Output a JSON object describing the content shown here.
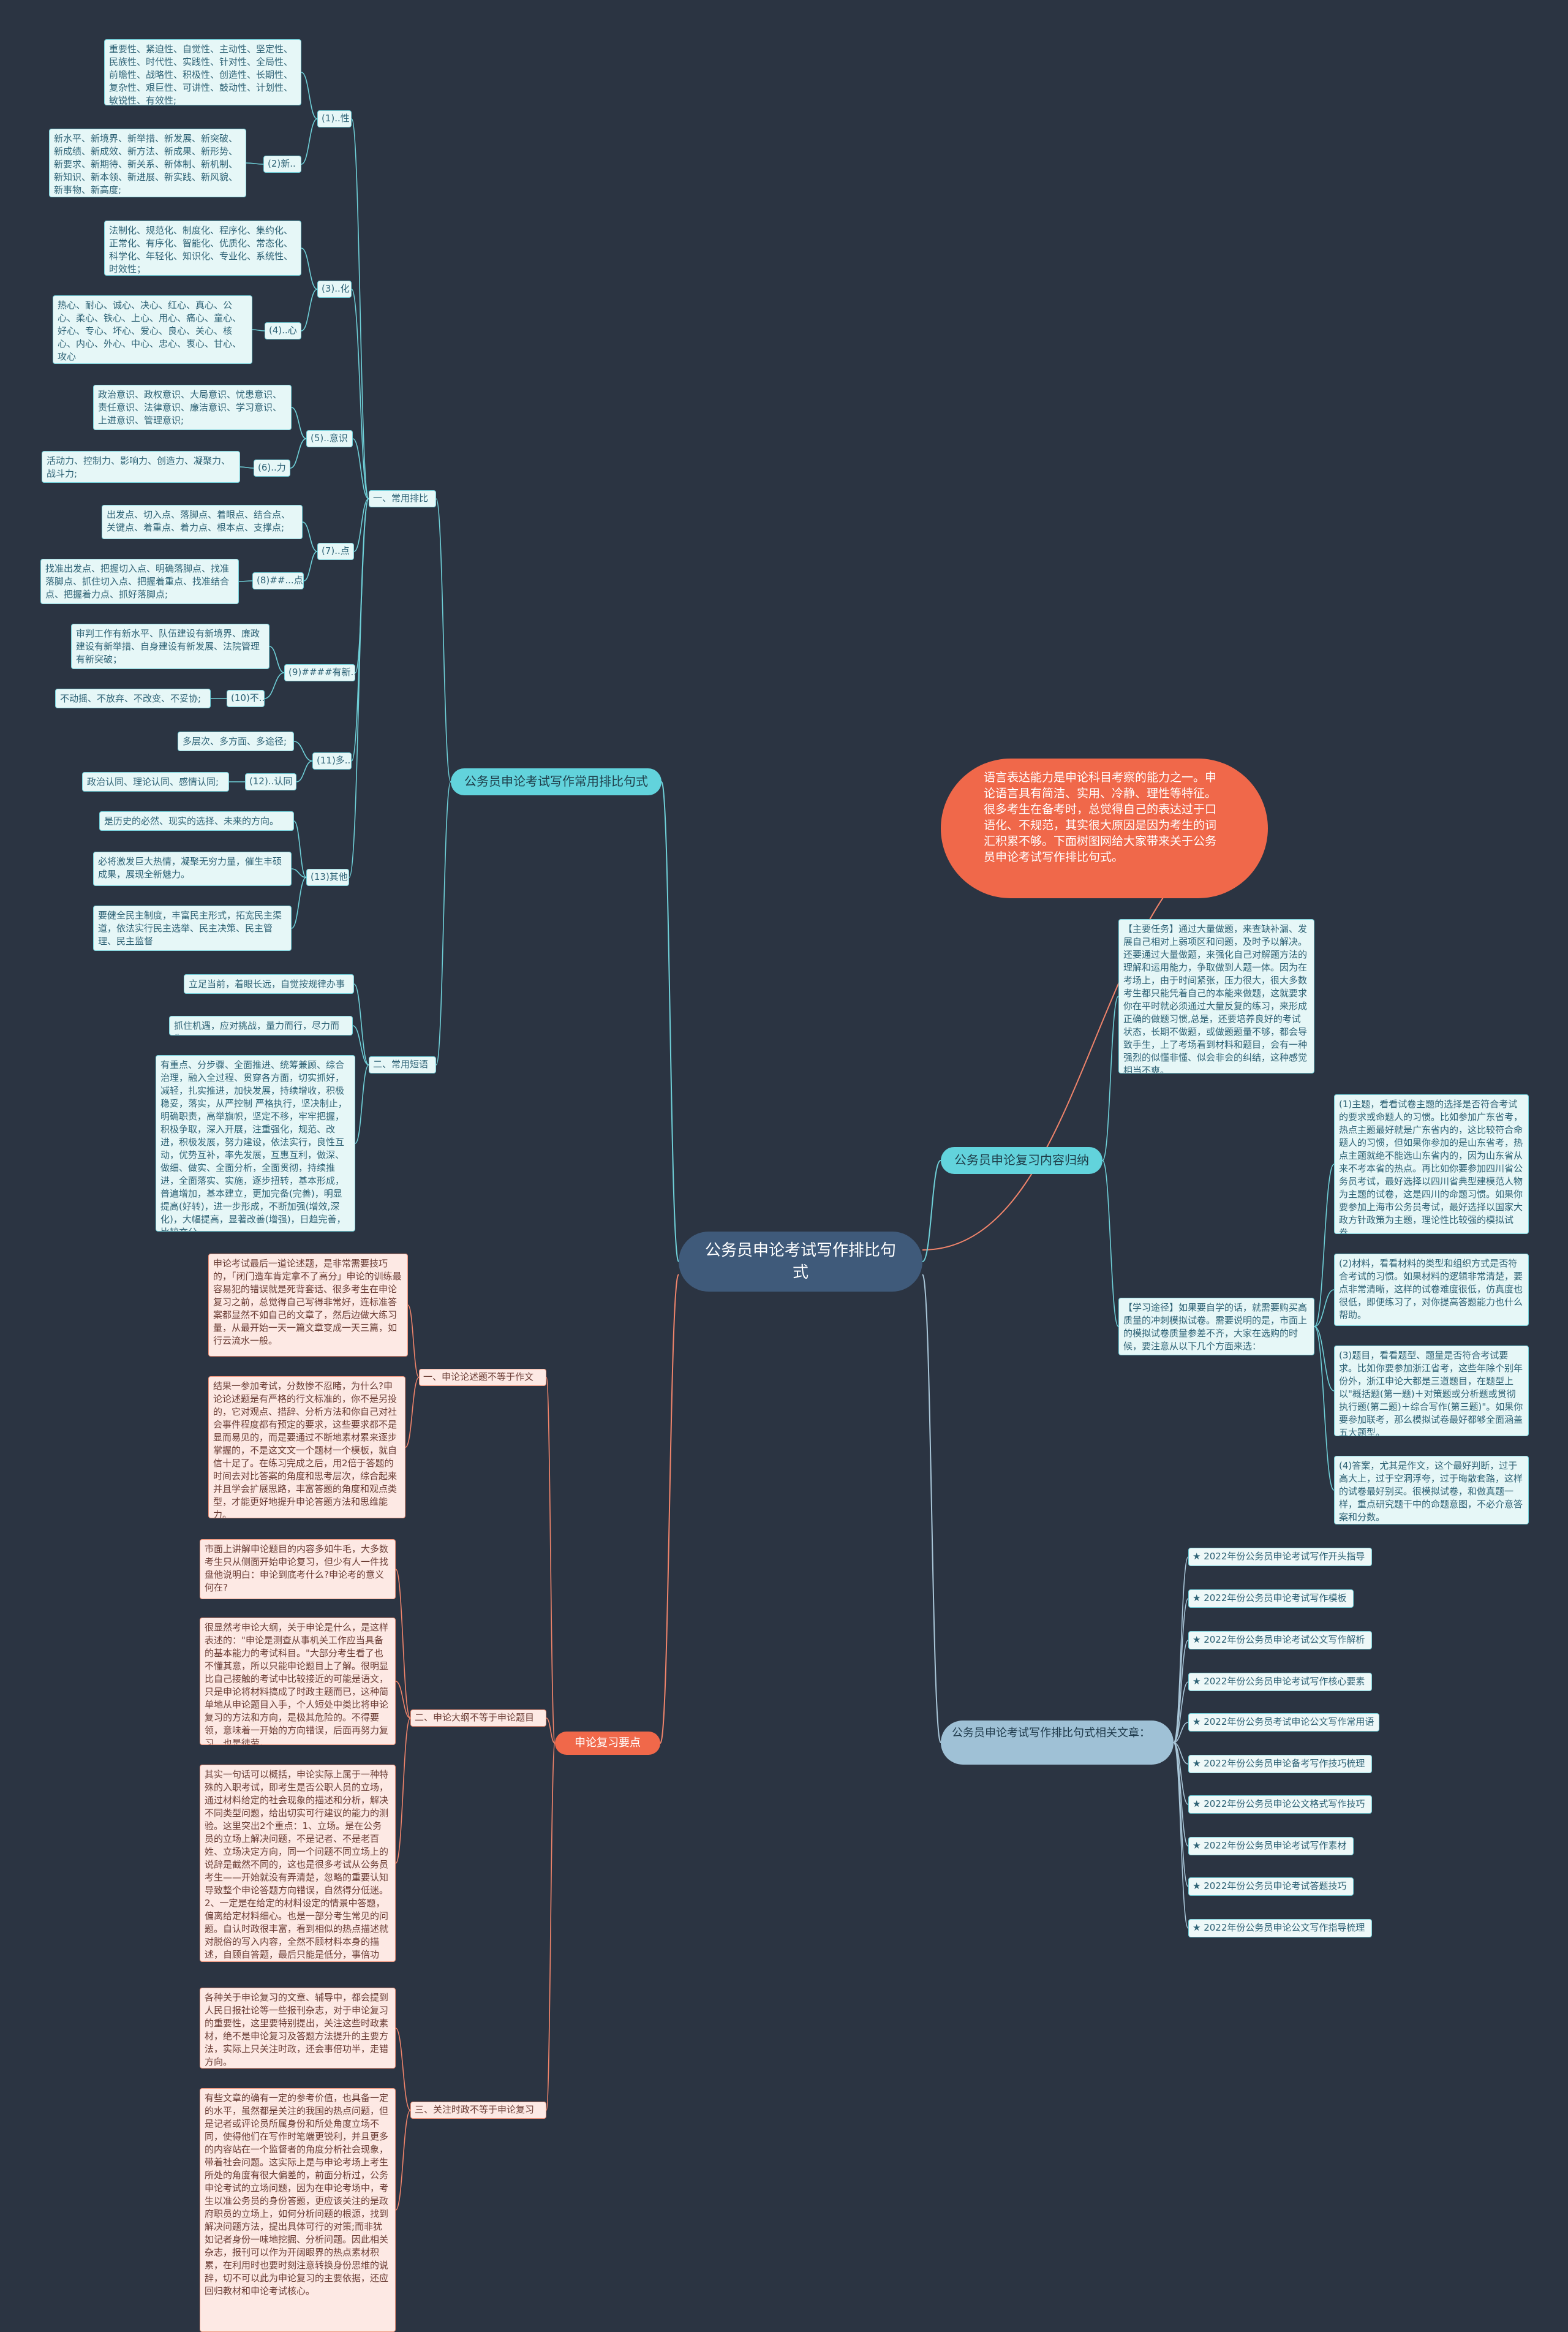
{
  "root": {
    "title": "公务员申论考试写作排比句式"
  },
  "intro": {
    "text": "语言表达能力是申论科目考察的能力之一。申论语言具有简洁、实用、冷静、理性等特征。很多考生在备考时，总觉得自己的表达过于口语化、不规范，其实很大原因是因为考生的词汇积累不够。下面树图网给大家带来关于公务员申论考试写作排比句式。"
  },
  "branches": {
    "common": "公务员申论考试写作常用排比句式",
    "summary": "公务员申论复习内容归纳",
    "points": "申论复习要点",
    "related": "公务员申论考试写作排比句式相关文章："
  },
  "common": {
    "sec1": "一、常用排比",
    "sec2": "二、常用短语",
    "items": {
      "i1": "(1)..性",
      "i2": "(2)新..",
      "i3": "(3)..化",
      "i4": "(4)..心",
      "i5": "(5)..意识",
      "i6": "(6)..力",
      "i7": "(7)..点",
      "i8": "(8)##...点",
      "i9": "(9)####有新..",
      "i10": "(10)不..",
      "i11": "(11)多..",
      "i12": "(12)..认同",
      "i13": "(13)其他"
    },
    "leaves": {
      "l1": "重要性、紧迫性、自觉性、主动性、坚定性、民族性、时代性、实践性、针对性、全局性、前瞻性、战略性、积极性、创造性、长期性、复杂性、艰巨性、可讲性、鼓动性、计划性、敏锐性、有效性;",
      "l2": "新水平、新境界、新举措、新发展、新突破、新成绩、新成效、新方法、新成果、新形势、新要求、新期待、新关系、新体制、新机制、新知识、新本领、新进展、新实践、新风貌、新事物、新高度;",
      "l3": "法制化、规范化、制度化、程序化、集约化、正常化、有序化、智能化、优质化、常态化、科学化、年轻化、知识化、专业化、系统性、时效性；",
      "l4": "热心、耐心、诚心、决心、红心、真心、公心、柔心、铁心、上心、用心、痛心、童心、好心、专心、坏心、爱心、良心、关心、核心、内心、外心、中心、忠心、衷心、甘心、攻心",
      "l5": "政治意识、政权意识、大局意识、忧患意识、责任意识、法律意识、廉洁意识、学习意识、上进意识、管理意识;",
      "l6": "活动力、控制力、影响力、创造力、凝聚力、战斗力;",
      "l7": "出发点、切入点、落脚点、着眼点、结合点、关键点、着重点、着力点、根本点、支撑点;",
      "l8": "找准出发点、把握切入点、明确落脚点、找准落脚点、抓住切入点、把握着重点、找准结合点、把握着力点、抓好落脚点;",
      "l9": "审判工作有新水平、队伍建设有新境界、廉政建设有新举措、自身建设有新发展、法院管理有新突破；",
      "l10": "不动摇、不放弃、不改变、不妥协;",
      "l11": "多层次、多方面、多途径;",
      "l12": "政治认同、理论认同、感情认同;",
      "l13": "是历史的必然、现实的选择、未来的方向。",
      "l14": "必将激发巨大热情，凝聚无穷力量，催生丰硕成果，展现全新魅力。",
      "l15": "要健全民主制度，丰富民主形式，拓宽民主渠道，依法实行民主选举、民主决策、民主管理、民主监督",
      "l16": "立足当前，着眼长远，自觉按规律办事",
      "l17": "抓住机遇，应对挑战，量力而行，尽力而为",
      "l18": "有重点、分步骤、全面推进、统筹兼顾、综合治理，融入全过程、贯穿各方面，切实抓好，减轻，扎实推进，加快发展，持续增收，积极稳妥，落实，从严控制 严格执行，坚决制止，明确职责，高举旗帜，坚定不移，牢牢把握，积极争取，深入开展，注重强化，规范、改进，积极发展，努力建设，依法实行，良性互动，优势互补，率先发展，互惠互利，做深、做细、做实、全面分析，全面贯彻，持续推进，全面落实、实施，逐步扭转，基本形成，普遍增加，基本建立，更加完备(完善)，明显提高(好转)，进一步形成，不断加强(增效,深化)，大幅提高，显著改善(增强)，日趋完善，比较充分。"
    }
  },
  "summary": {
    "task": "【主要任务】通过大量做题，来查缺补漏、发展自己相对上弱项区和问题，及时予以解决。还要通过大量做题，来强化自己对解题方法的理解和运用能力，争取做到人题一体。因为在考场上，由于时间紧张，压力很大，很大多数考生都只能凭着自己的本能来做题，这就要求你在平时就必须通过大量反复的练习，来形成正确的做题习惯,总是，还要培养良好的考试状态，长期不做题，或做题题量不够，都会导致手生，上了考场看到材料和题目，会有一种强烈的似懂非懂、似会非会的纠结，这种感觉相当不爽。",
    "method": "【学习途径】如果要自学的话，就需要购买高质量的冲刺模拟试卷。需要说明的是，市面上的模拟试卷质量参差不齐，大家在选购的时候，要注意从以下几个方面来选：",
    "m1": "(1)主题，看看试卷主题的选择是否符合考试的要求或命题人的习惯。比如参加广东省考，热点主题最好就是广东省内的，这比较符合命题人的习惯，但如果你参加的是山东省考，热点主题就绝不能选山东省内的，因为山东省从来不考本省的热点。再比如你要参加四川省公务员考试，最好选择以四川省典型建模范人物为主题的试卷，这是四川的命题习惯。如果你要参加上海市公务员考试，最好选择以国家大政方针政策为主题，理论性比较强的模拟试卷。",
    "m2": "(2)材料，看看材料的类型和组织方式是否符合考试的习惯。如果材料的逻辑非常清楚，要点非常清晰，这样的试卷难度很低，仿真度也很低，即便练习了，对你提高答题能力也什么帮助。",
    "m3": "(3)题目，看看题型、题量是否符合考试要求。比如你要参加浙江省考，这些年除个别年份外，浙江申论大都是三道题目，在题型上以\"概括题(第一题)＋对策题或分析题或贯彻执行题(第二题)＋综合写作(第三题)\"。如果你要参加联考，那么模拟试卷最好都够全面涵盖五大题型。",
    "m4": "(4)答案，尤其是作文，这个最好判断，过于高大上，过于空洞浮夸，过于晦散套路，这样的试卷最好别买。很模拟试卷，和做真题一样，重点研究题干中的命题意图，不必介意答案和分数。"
  },
  "points": {
    "p1": "一、申论论述题不等于作文",
    "p2": "二、申论大纲不等于申论题目",
    "p3": "三、关注时政不等于申论复习",
    "t1": "申论考试最后一道论述题，是非常需要技巧的，「闭门造车肯定拿不了高分」申论的训练最容易犯的错误就是死背套话、很多考生在申论复习之前，总觉得自己写得非常好，连标准答案都显然不如自己的文章了，然后边做大练习量，从最开始一天一篇文章变成一天三篇，如行云流水一般。",
    "t2": "结果一参加考试，分数惨不忍睹，为什么?申论论述题是有严格的行文标准的，你不是另投的，它对观点、措辞、分析方法和你自己对社会事件程度都有预定的要求，这些要求都不是显而易见的，而是要通过不断地素材累来逐步掌握的，不是这文文一个题材一个模板，就自信十足了。在练习完成之后，用2倍于答题的时间去对比答案的角度和思考层次，综合起来并且学会扩展思路，丰富答题的角度和观点类型，才能更好地提升申论答题方法和思维能力。",
    "t3": "市面上讲解申论题目的内容多如牛毛，大多数考生只从侧面开始申论复习，但少有人一件找盘他说明白：申论到底考什么?申论考的意义何在?",
    "t4": "很显然考申论大纲，关于申论是什么，是这样表述的：\"申论是测查从事机关工作应当具备的基本能力的考试科目。\"大部分考生看了也不懂其意，所以只能申论题目上了解。很明显比自己接触的考试中比较接近的可能是语文，只是申论将材料搞成了时政主题而已，这种简单地从申论题目入手，个人短处中类比将申论复习的方法和方向，是极其危险的。不得要领，意味着一开始的方向错误，后面再努力复习，也是徒劳。",
    "t5": "其实一句话可以概括，申论实际上属于一种特殊的入职考试，即考生是否公职人员的立场，通过材料给定的社会现象的描述和分析，解决不同类型问题，给出切实可行建议的能力的测验。这里突出2个重点：1、立场。是在公务员的立场上解决问题，不是记者、不是老百姓、立场决定方向，同一个问题不同立场上的说辞是截然不同的，这也是很多考试从公务员考生——开始就没有弄清楚，忽略的重要认知导致整个申论答题方向错误，自然得分低迷。2、一定是在给定的材料设定的情景中答题，偏离给定材料细心。也是一部分考生常见的问题。自认时政很丰富，看到相似的热点描述就对脱俗的写入内容，全然不顾材料本身的描述，自顾自答题，最后只能是低分，事倍功半。",
    "t6": "各种关于申论复习的文章、辅导中，都会提到人民日报社论等一些报刊杂志，对于申论复习的重要性，这里要特别提出，关注这些时政素材，绝不是申论复习及答题方法提升的主要方法，实际上只关注时政，还会事倍功半，走错方向。",
    "t7": "有些文章的确有一定的参考价值，也具备一定的水平，虽然都是关注的我国的热点问题，但是记者或评论员所属身份和所处角度立场不同，使得他们在写作时笔端更锐利，并且更多的内容站在一个监督者的角度分析社会现象，带着社会问题。这实际上是与申论考场上考生所处的角度有很大偏差的，前面分析过，公务申论考试的立场问题，因为在申论考场中，考生以准公务员的身份答题，更应该关注的是政府职员的立场上，如何分析问题的根源，找到解决问题方法，提出具体可行的对策;而非犹如记者身份一味地挖掘、分析问题。因此相关杂志，报刊可以作为开阔眼界的热点素材积累，在利用时也要时刻注意转换身份思维的说辞，切不可以此为申论复习的主要依据，还应回归教材和申论考试核心。"
  },
  "related": {
    "items": [
      "★ 2022年份公务员申论考试写作开头指导",
      "★ 2022年份公务员申论考试写作模板",
      "★ 2022年份公务员申论考试公文写作解析",
      "★ 2022年份公务员申论考试写作核心要素",
      "★ 2022年份公务员考试申论公文写作常用语",
      "★ 2022年份公务员申论备考写作技巧梳理",
      "★ 2022年份公务员申论公文格式写作技巧",
      "★ 2022年份公务员申论考试写作素材",
      "★ 2022年份公务员申论考试答题技巧",
      "★ 2022年份公务员申论公文写作指导梳理"
    ]
  },
  "colors": {
    "background": "#2b3442",
    "cyan": "#62d3dc",
    "orange": "#f0684a",
    "root": "#3f5a7a",
    "steel": "#9fc1d6"
  }
}
